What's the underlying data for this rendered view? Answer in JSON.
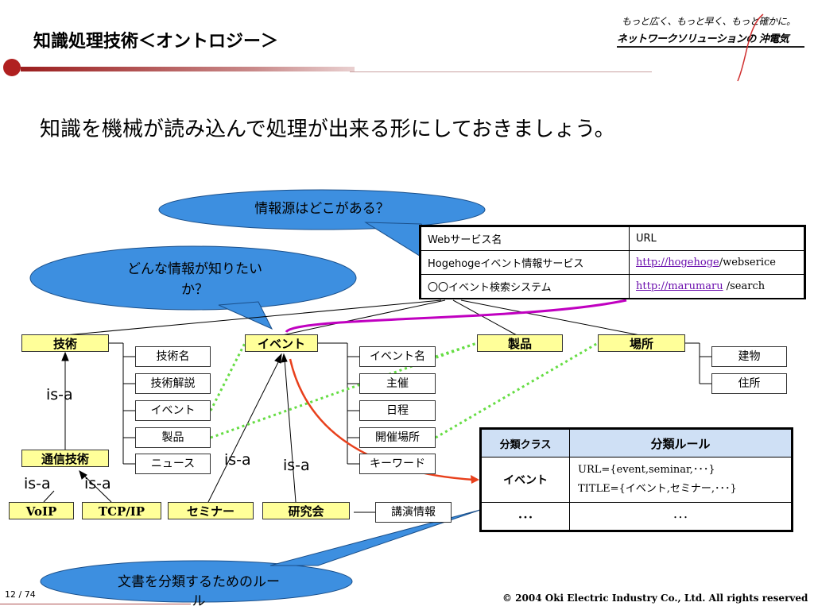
{
  "header": {
    "title": "知識処理技術＜オントロジー＞",
    "logo_tagline": "もっと広く、もっと早く、もっと確かに。",
    "logo_name": "ネットワークソリューションの 沖電気"
  },
  "subtitle": "知識を機械が読み込んで処理が出来る形にしておきましょう。",
  "bubbles": {
    "top": "情報源はどこがある？",
    "left_line1": "どんな情報が知りたい",
    "left_line2": "か？",
    "bottom_line1": "文書を分類するためのルー",
    "bottom_line2": "ル"
  },
  "service_table": {
    "header": [
      "Webサービス名",
      "URL"
    ],
    "rows": [
      {
        "name": "Hogehogeイベント情報サービス",
        "link": "http://hogehoge",
        "rest": "/webserice"
      },
      {
        "name": "〇〇イベント検索システム",
        "link": "http://marumaru",
        "rest": " /search"
      }
    ]
  },
  "ontology": {
    "tech": {
      "label": "技術",
      "attrs": [
        "技術名",
        "技術解説",
        "イベント",
        "製品",
        "ニュース"
      ]
    },
    "event": {
      "label": "イベント",
      "attrs": [
        "イベント名",
        "主催",
        "日程",
        "開催場所",
        "キーワード"
      ]
    },
    "product": {
      "label": "製品"
    },
    "place": {
      "label": "場所",
      "attrs": [
        "建物",
        "住所"
      ]
    },
    "comm": {
      "label": "通信技術"
    },
    "voip": {
      "label": "VoIP"
    },
    "tcpip": {
      "label": "TCP/IP"
    },
    "seminar": {
      "label": "セミナー"
    },
    "study": {
      "label": "研究会"
    },
    "lecture": {
      "label": "講演情報"
    },
    "isa": "is-a"
  },
  "rules_table": {
    "header": [
      "分類クラス",
      "分類ルール"
    ],
    "row1_class": "イベント",
    "row1_rule1": "URL={event,seminar,･･･}",
    "row1_rule2": "TITLE={イベント,セミナー,･･･}",
    "row2_class": "･･･",
    "row2_rule": "･･･"
  },
  "footer": {
    "page": "12 / 74",
    "copyright": "© 2004 Oki Electric Industry Co., Ltd. All rights reserved"
  },
  "colors": {
    "bubble_fill": "#3d8fe0",
    "node_fill": "#ffff99",
    "magenta_link": "#c000c0",
    "green_dotted": "#66dd44",
    "red_arrow": "#e8401c",
    "accent_red": "#b02020"
  }
}
